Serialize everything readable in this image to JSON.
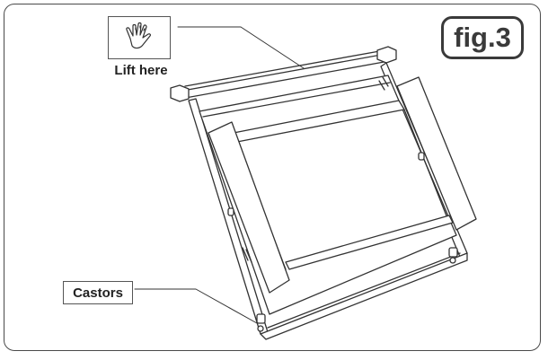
{
  "figure": {
    "badge": "fig.3"
  },
  "callouts": {
    "lift": {
      "label": "Lift here",
      "icon": "hand-icon"
    },
    "castors": {
      "label": "Castors"
    }
  },
  "colors": {
    "line": "#333333",
    "badge_border": "#3a3a3a"
  }
}
